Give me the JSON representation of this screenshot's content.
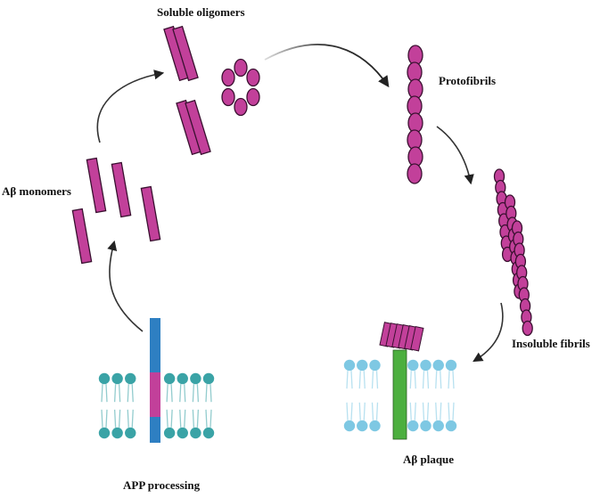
{
  "title": "Amyloid-beta aggregation pathway",
  "labels": {
    "app": "APP processing",
    "monomers": "Aβ monomers",
    "oligomers": "Soluble oligomers",
    "protofibrils": "Protofibrils",
    "insoluble": "Insoluble fibrils",
    "plaque": "Aβ plaque"
  },
  "colors": {
    "peptide": "#c2409a",
    "outline": "#3a1030",
    "app_protein": "#2e7fc2",
    "app_segment": "#c2409a",
    "membrane_left": "#3aa3a6",
    "membrane_right": "#7ec8e3",
    "plaque_stem": "#4caf3e",
    "arrow": "#222222"
  },
  "stages": [
    "APP processing",
    "Aβ monomers",
    "Soluble oligomers",
    "Protofibrils",
    "Insoluble fibrils",
    "Aβ plaque"
  ]
}
